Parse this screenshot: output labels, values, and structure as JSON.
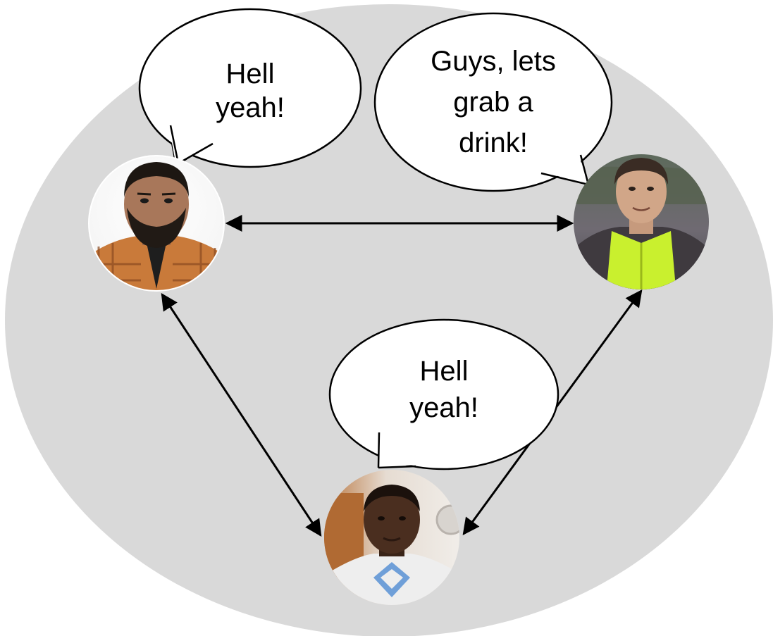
{
  "colors": {
    "background_ellipse": "#d9d9d9",
    "bubble_fill": "#ffffff",
    "stroke": "#000000"
  },
  "people": [
    {
      "id": "left",
      "description_icon": "person-photo-icon"
    },
    {
      "id": "right",
      "description_icon": "person-photo-icon"
    },
    {
      "id": "bottom",
      "description_icon": "person-photo-icon"
    }
  ],
  "bubbles": {
    "left": {
      "line1": "Hell",
      "line2": "yeah!"
    },
    "right": {
      "line1": "Guys, lets",
      "line2": "grab a",
      "line3": "drink!"
    },
    "bottom": {
      "line1": "Hell",
      "line2": "yeah!"
    }
  }
}
